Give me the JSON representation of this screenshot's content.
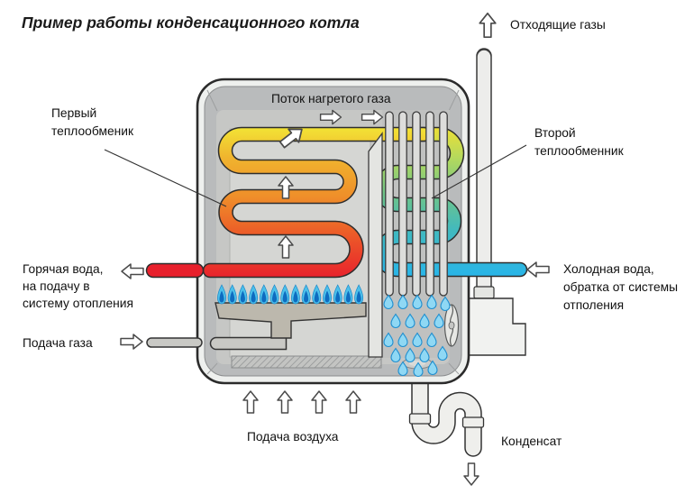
{
  "title": "Пример работы конденсационного котла",
  "labels": {
    "exhaust_gases": "Отходящие газы",
    "heated_gas_flow": "Поток нагретого газа",
    "first_hx_line1": "Первый",
    "first_hx_line2": "теплообменик",
    "second_hx_line1": "Второй",
    "second_hx_line2": "теплообменник",
    "hot_water_line1": "Горячая вода,",
    "hot_water_line2": "на подачу в",
    "hot_water_line3": "систему отопления",
    "cold_water_line1": "Холодная вода,",
    "cold_water_line2": "обратка от системы",
    "cold_water_line3": "отполения",
    "gas_supply": "Подача газа",
    "air_supply": "Подача воздуха",
    "condensate": "Конденсат"
  },
  "colors": {
    "outline": "#2b2b2b",
    "body_fill": "#eef0ee",
    "wall_ring": "#b9bbbc",
    "face": "#c6c7c5",
    "panel": "#d5d6d3",
    "hot_pipe": "#e8202c",
    "cold_pipe": "#29b5e8",
    "coil_hot_bottom": "#e8202c",
    "coil_hot_mid1": "#ec5b28",
    "coil_hot_mid2": "#ef8f2a",
    "coil_hot_mid3": "#f0b32e",
    "coil_hot_top": "#f2e335",
    "coil_cond_bottom": "#29b5e8",
    "coil_cond_mid1": "#40b9c0",
    "coil_cond_mid2": "#6ec489",
    "coil_cond_mid3": "#b5d95c",
    "coil_cond_top": "#ecdf36",
    "flame_outer": "#4cc0ea",
    "flame_inner": "#0e6cc0",
    "drop_fill": "#8fd8f4",
    "drop_stroke": "#1f8fd0",
    "pipe_gray": "#c9c9c5"
  }
}
